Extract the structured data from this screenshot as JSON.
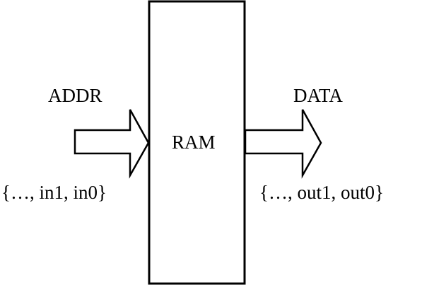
{
  "diagram": {
    "block_label": "RAM",
    "input_label": "ADDR",
    "input_signals": "{…, in1, in0}",
    "output_label": "DATA",
    "output_signals": "{…, out1, out0}",
    "stroke_color": "#000000",
    "fill_color": "#ffffff"
  }
}
